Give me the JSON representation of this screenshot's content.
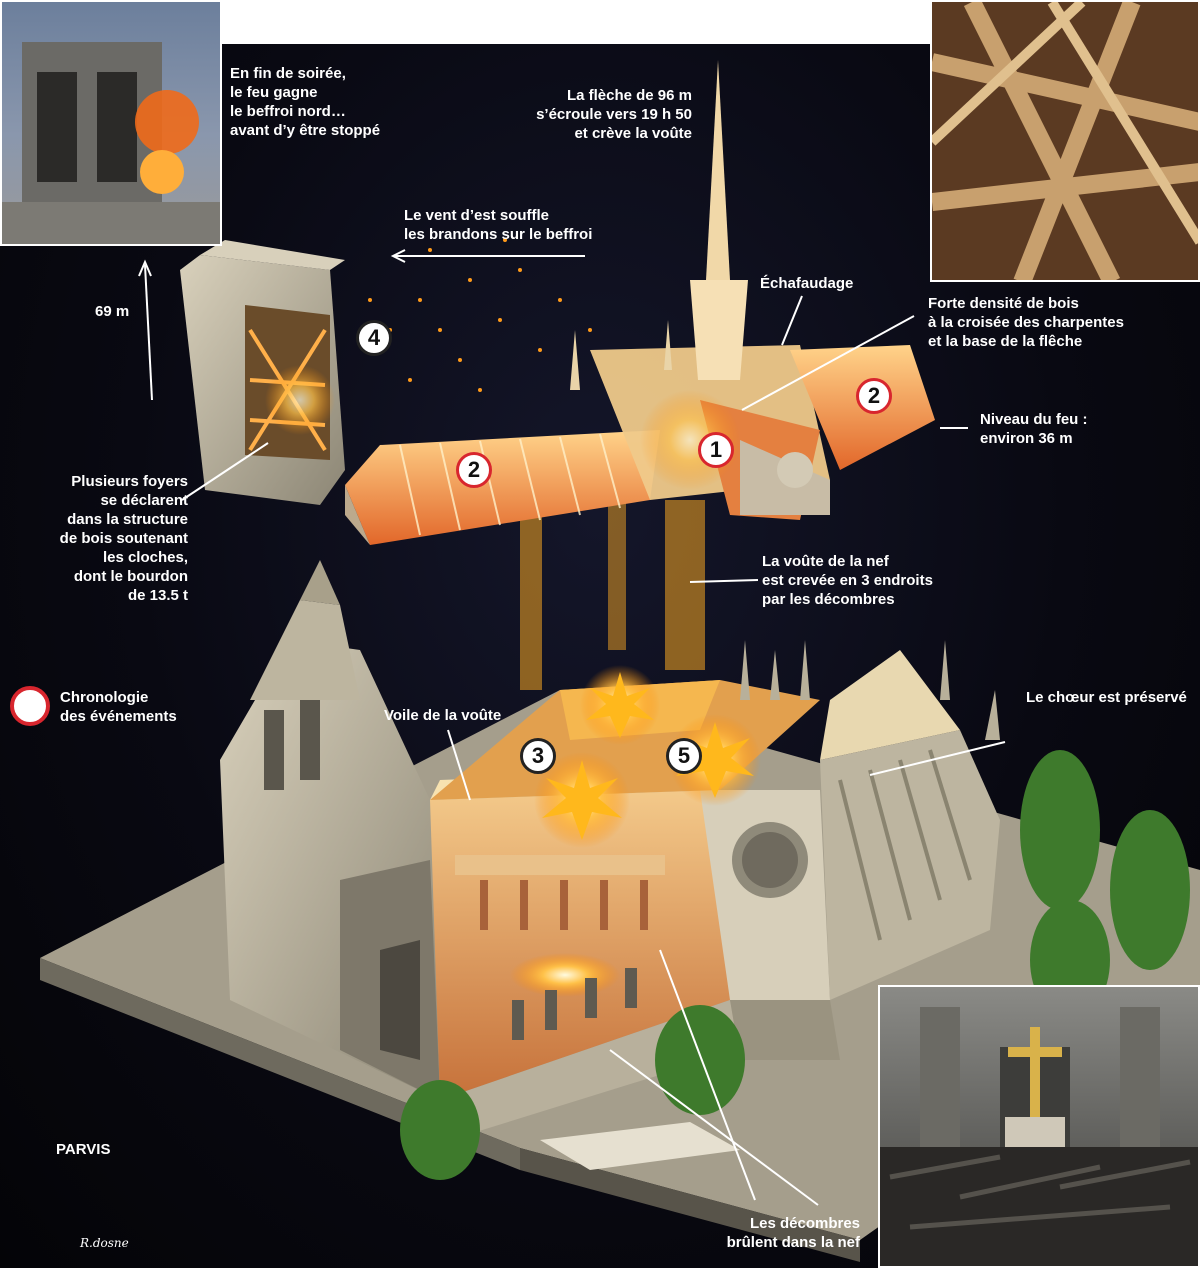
{
  "labels": {
    "top_left": "En fin de soirée,\nle feu gagne\nle beffroi nord…\navant d’y être stoppé",
    "spire": "La flèche de 96 m\ns’écroule vers 19 h 50\net crève la voûte",
    "wind": "Le vent d’est souffle\nles brandons sur le beffroi",
    "height_69": "69 m",
    "scaffold": "Échafaudage",
    "wood_density": "Forte densité de bois\nà la croisée des charpentes\net la base de la flêche",
    "fire_level": "Niveau du feu :\nenviron 36 m",
    "foyers": "Plusieurs foyers\nse déclarent\ndans la structure\nde bois soutenant\nles cloches,\ndont le bourdon\nde 13.5 t",
    "vault_pierced": "La voûte de la nef\nest crevée en 3 endroits\npar les décombres",
    "chronology": "Chronologie\ndes événements",
    "vault_veil": "Voile de la voûte",
    "choir": "Le chœur est préservé",
    "parvis": "PARVIS",
    "debris": "Les décombres\nbrûlent dans la nef",
    "signature": "R.dosne"
  },
  "markers": [
    "1",
    "2",
    "2",
    "3",
    "4",
    "5"
  ],
  "colors": {
    "background": "#06060b",
    "fire_orange": "#f4a230",
    "stone": "#c9c1ac",
    "marker_border": "#d8262e"
  },
  "photos": {
    "top_left": "burning-belfry-photo",
    "top_right": "timber-frame-photo",
    "bottom_right": "nave-debris-cross-photo"
  }
}
